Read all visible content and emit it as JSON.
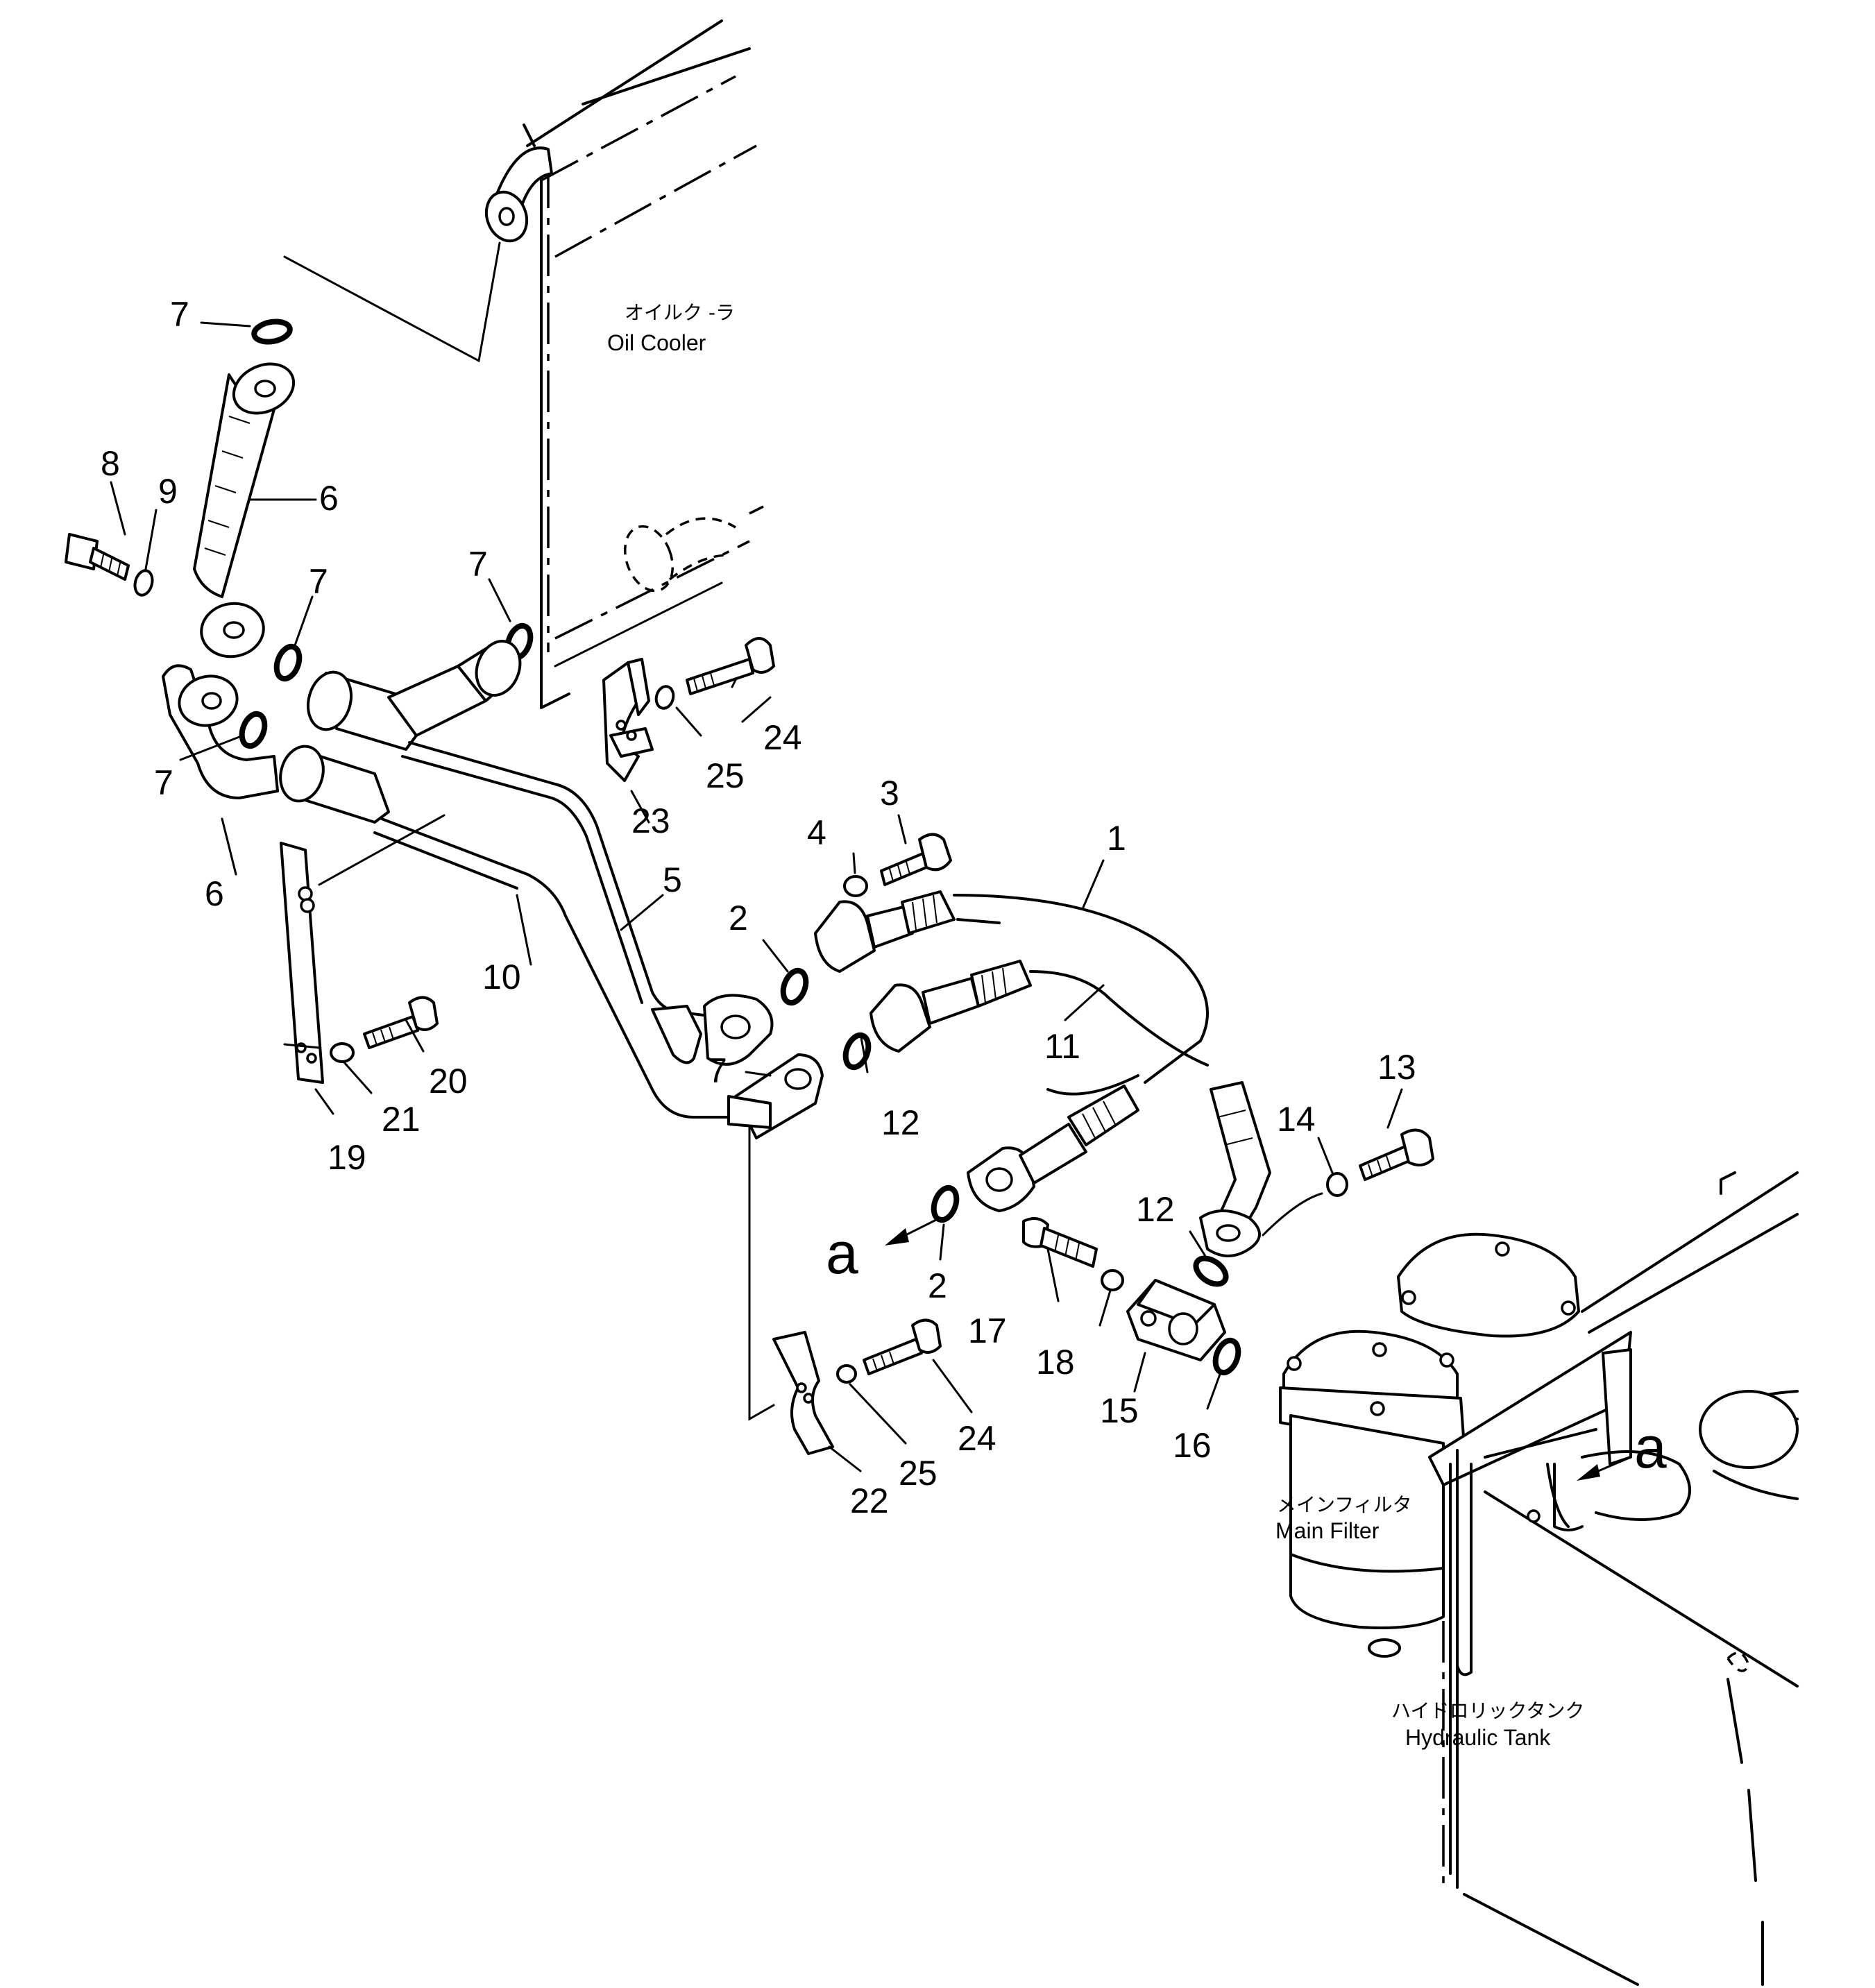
{
  "labels": {
    "oil_cooler_jp": "オイルク -ラ",
    "oil_cooler_en": "Oil  Cooler",
    "main_filter_jp": "メインフィルタ",
    "main_filter_en": "Main  Filter",
    "hydraulic_tank_jp": "ハイドロリックタンク",
    "hydraulic_tank_en": "Hydraulic  Tank"
  },
  "view_marks": {
    "left": "a",
    "right": "a"
  },
  "callouts": {
    "c7a": "7",
    "c8": "8",
    "c9": "9",
    "c6a": "6",
    "c7b": "7",
    "c7c": "7",
    "c7d": "7",
    "c6b": "6",
    "c24a": "24",
    "c25a": "25",
    "c23": "23",
    "c3": "3",
    "c4": "4",
    "c1": "1",
    "c5": "5",
    "c10": "10",
    "c2a": "2",
    "c11": "11",
    "c7e": "7",
    "c12a": "12",
    "c20": "20",
    "c21": "21",
    "c19": "19",
    "c13": "13",
    "c14": "14",
    "c12b": "12",
    "c2b": "2",
    "c17": "17",
    "c18": "18",
    "c15": "15",
    "c16": "16",
    "c24b": "24",
    "c25b": "25",
    "c22": "22"
  }
}
